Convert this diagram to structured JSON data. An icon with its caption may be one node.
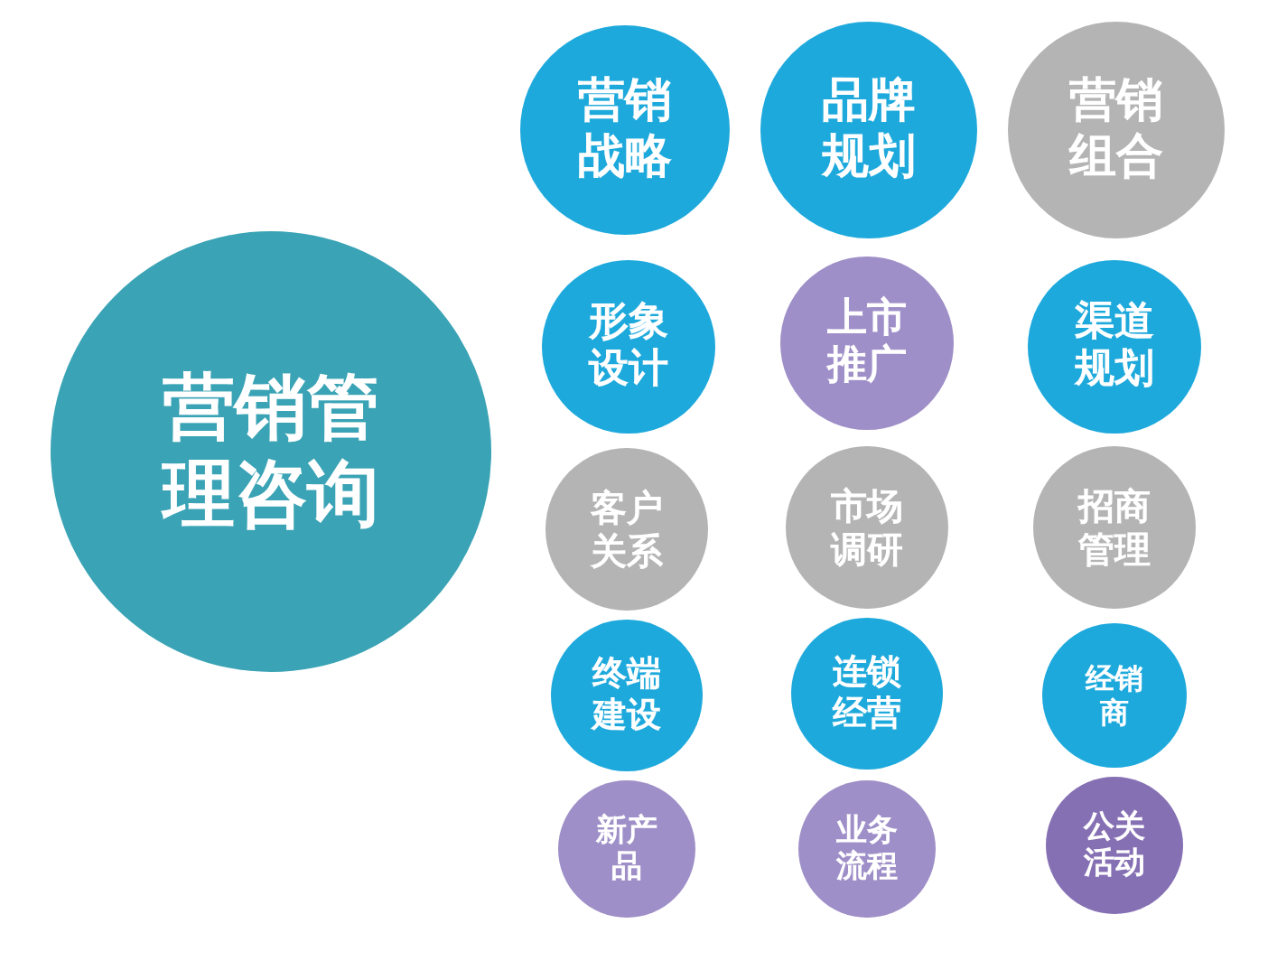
{
  "diagram": {
    "nodes": [
      {
        "text": [
          "营销管理咨询"
        ]
      },
      {
        "text": [
          "营销战略"
        ]
      },
      {
        "text": [
          "品牌规划"
        ]
      },
      {
        "text": [
          "营销组合"
        ]
      },
      {
        "text": [
          "形象设计"
        ]
      },
      {
        "text": [
          "上市推广"
        ]
      },
      {
        "text": [
          "渠道规划"
        ]
      },
      {
        "text": [
          "客户关系"
        ]
      },
      {
        "text": [
          "市场调研"
        ]
      },
      {
        "text": [
          "招商管理"
        ]
      },
      {
        "text": [
          "终端建设"
        ]
      },
      {
        "text": [
          "连锁经营"
        ]
      },
      {
        "text": [
          "经销商"
        ]
      },
      {
        "text": [
          "新产品"
        ]
      },
      {
        "text": [
          "业务流程"
        ]
      },
      {
        "text": [
          "公关活动"
        ]
      }
    ]
  }
}
